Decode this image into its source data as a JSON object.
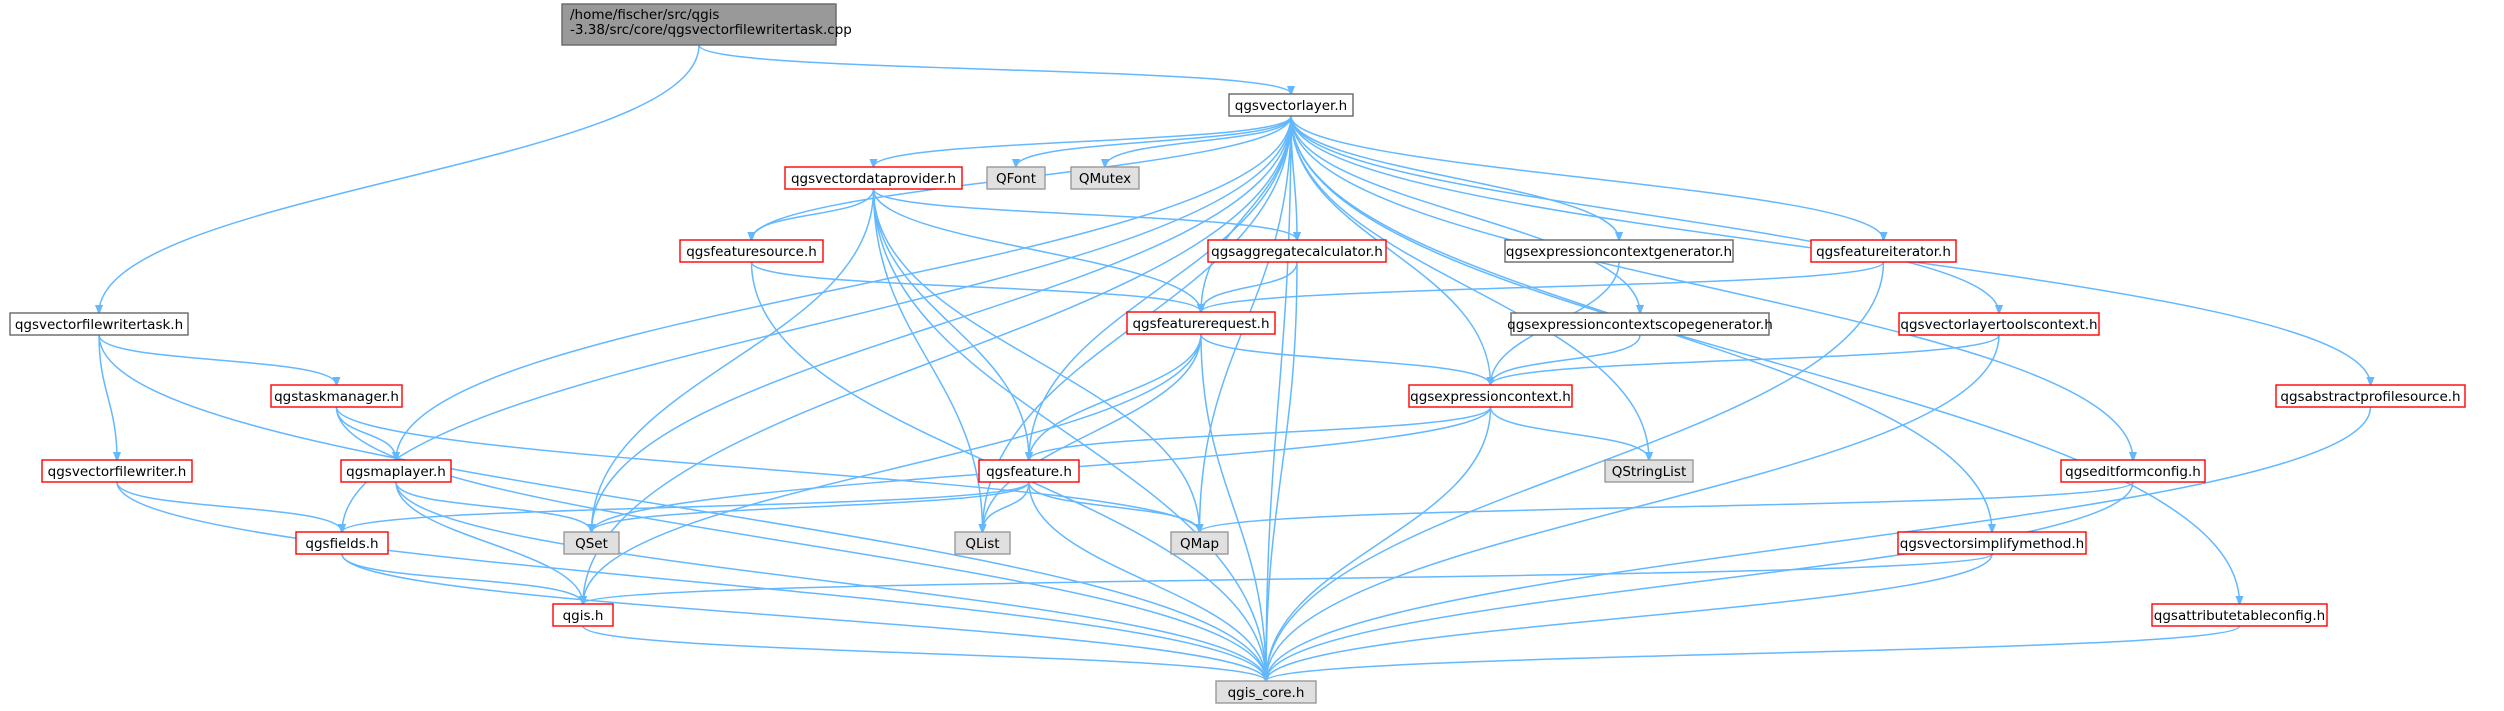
{
  "colors": {
    "edge": "#63b8ff",
    "normal_border": "#666666",
    "normal_fill": "#ffffff",
    "missing_border": "#ff0000",
    "external_fill": "#e0e0e0",
    "external_border": "#999999",
    "root_fill": "#999999",
    "root_border": "#666666"
  },
  "nodes": [
    {
      "id": "root",
      "label_lines": [
        "/home/fischer/src/qgis",
        "-3.38/src/core/qgsvectorfilewritertask.cpp"
      ],
      "style": "root"
    },
    {
      "id": "qgsvectorlayer",
      "label_lines": [
        "qgsvectorlayer.h"
      ],
      "style": "normal"
    },
    {
      "id": "qgsvectorfilewritertask",
      "label_lines": [
        "qgsvectorfilewritertask.h"
      ],
      "style": "normal"
    },
    {
      "id": "qgsvectordataprovider",
      "label_lines": [
        "qgsvectordataprovider.h"
      ],
      "style": "missing"
    },
    {
      "id": "QFont",
      "label_lines": [
        "QFont"
      ],
      "style": "external"
    },
    {
      "id": "QMutex",
      "label_lines": [
        "QMutex"
      ],
      "style": "external"
    },
    {
      "id": "qgsfeaturesource",
      "label_lines": [
        "qgsfeaturesource.h"
      ],
      "style": "missing"
    },
    {
      "id": "qgsaggregatecalculator",
      "label_lines": [
        "qgsaggregatecalculator.h"
      ],
      "style": "missing"
    },
    {
      "id": "qgsexpressioncontextgenerator",
      "label_lines": [
        "qgsexpressioncontextgenerator.h"
      ],
      "style": "normal"
    },
    {
      "id": "qgsfeatureiterator",
      "label_lines": [
        "qgsfeatureiterator.h"
      ],
      "style": "missing"
    },
    {
      "id": "qgsfeaturerequest",
      "label_lines": [
        "qgsfeaturerequest.h"
      ],
      "style": "missing"
    },
    {
      "id": "qgsexpressioncontextscopegenerator",
      "label_lines": [
        "qgsexpressioncontextscopegenerator.h"
      ],
      "style": "normal"
    },
    {
      "id": "qgsvectorlayertoolscontext",
      "label_lines": [
        "qgsvectorlayertoolscontext.h"
      ],
      "style": "missing"
    },
    {
      "id": "qgstaskmanager",
      "label_lines": [
        "qgstaskmanager.h"
      ],
      "style": "missing"
    },
    {
      "id": "qgsexpressioncontext",
      "label_lines": [
        "qgsexpressioncontext.h"
      ],
      "style": "missing"
    },
    {
      "id": "qgsabstractprofilesource",
      "label_lines": [
        "qgsabstractprofilesource.h"
      ],
      "style": "missing"
    },
    {
      "id": "qgsvectorfilewriter",
      "label_lines": [
        "qgsvectorfilewriter.h"
      ],
      "style": "missing"
    },
    {
      "id": "qgsmaplayer",
      "label_lines": [
        "qgsmaplayer.h"
      ],
      "style": "missing"
    },
    {
      "id": "qgsfeature",
      "label_lines": [
        "qgsfeature.h"
      ],
      "style": "missing"
    },
    {
      "id": "QStringList",
      "label_lines": [
        "QStringList"
      ],
      "style": "external"
    },
    {
      "id": "qgseditformconfig",
      "label_lines": [
        "qgseditformconfig.h"
      ],
      "style": "missing"
    },
    {
      "id": "qgsfields",
      "label_lines": [
        "qgsfields.h"
      ],
      "style": "missing"
    },
    {
      "id": "QSet",
      "label_lines": [
        "QSet"
      ],
      "style": "external"
    },
    {
      "id": "QList",
      "label_lines": [
        "QList"
      ],
      "style": "external"
    },
    {
      "id": "QMap",
      "label_lines": [
        "QMap"
      ],
      "style": "external"
    },
    {
      "id": "qgsvectorsimplifymethod",
      "label_lines": [
        "qgsvectorsimplifymethod.h"
      ],
      "style": "missing"
    },
    {
      "id": "qgis",
      "label_lines": [
        "qgis.h"
      ],
      "style": "missing"
    },
    {
      "id": "qgsattributetableconfig",
      "label_lines": [
        "qgsattributetableconfig.h"
      ],
      "style": "missing"
    },
    {
      "id": "qgis_core",
      "label_lines": [
        "qgis_core.h"
      ],
      "style": "external"
    }
  ],
  "edges": [
    [
      "root",
      "qgsvectorlayer"
    ],
    [
      "root",
      "qgsvectorfilewritertask"
    ],
    [
      "qgsvectorlayer",
      "qgsvectordataprovider"
    ],
    [
      "qgsvectorlayer",
      "QFont"
    ],
    [
      "qgsvectorlayer",
      "QMutex"
    ],
    [
      "qgsvectorlayer",
      "qgsfeaturesource"
    ],
    [
      "qgsvectorlayer",
      "qgsaggregatecalculator"
    ],
    [
      "qgsvectorlayer",
      "qgsexpressioncontextgenerator"
    ],
    [
      "qgsvectorlayer",
      "qgsfeatureiterator"
    ],
    [
      "qgsvectorlayer",
      "qgsfeaturerequest"
    ],
    [
      "qgsvectorlayer",
      "qgsexpressioncontextscopegenerator"
    ],
    [
      "qgsvectorlayer",
      "qgsvectorlayertoolscontext"
    ],
    [
      "qgsvectorlayer",
      "qgsexpressioncontext"
    ],
    [
      "qgsvectorlayer",
      "qgsabstractprofilesource"
    ],
    [
      "qgsvectorlayer",
      "qgsmaplayer"
    ],
    [
      "qgsvectorlayer",
      "qgsfeature"
    ],
    [
      "qgsvectorlayer",
      "QStringList"
    ],
    [
      "qgsvectorlayer",
      "qgseditformconfig"
    ],
    [
      "qgsvectorlayer",
      "qgsfields"
    ],
    [
      "qgsvectorlayer",
      "QSet"
    ],
    [
      "qgsvectorlayer",
      "QList"
    ],
    [
      "qgsvectorlayer",
      "QMap"
    ],
    [
      "qgsvectorlayer",
      "qgsvectorsimplifymethod"
    ],
    [
      "qgsvectorlayer",
      "qgis"
    ],
    [
      "qgsvectorlayer",
      "qgsattributetableconfig"
    ],
    [
      "qgsvectorlayer",
      "qgis_core"
    ],
    [
      "qgsvectorfilewritertask",
      "qgstaskmanager"
    ],
    [
      "qgsvectorfilewritertask",
      "qgsvectorfilewriter"
    ],
    [
      "qgsvectorfilewritertask",
      "qgis_core"
    ],
    [
      "qgsvectordataprovider",
      "qgsfeaturesource"
    ],
    [
      "qgsvectordataprovider",
      "qgsaggregatecalculator"
    ],
    [
      "qgsvectordataprovider",
      "qgsfeaturerequest"
    ],
    [
      "qgsvectordataprovider",
      "qgsfeature"
    ],
    [
      "qgsvectordataprovider",
      "QSet"
    ],
    [
      "qgsvectordataprovider",
      "QList"
    ],
    [
      "qgsvectordataprovider",
      "QMap"
    ],
    [
      "qgsvectordataprovider",
      "qgis_core"
    ],
    [
      "qgsfeaturesource",
      "qgsfeaturerequest"
    ],
    [
      "qgsfeaturesource",
      "qgis_core"
    ],
    [
      "qgsaggregatecalculator",
      "qgsfeaturerequest"
    ],
    [
      "qgsaggregatecalculator",
      "qgis_core"
    ],
    [
      "qgsexpressioncontextgenerator",
      "qgsexpressioncontext"
    ],
    [
      "qgsfeatureiterator",
      "qgsfeaturerequest"
    ],
    [
      "qgsfeatureiterator",
      "qgis_core"
    ],
    [
      "qgsfeaturerequest",
      "qgsexpressioncontext"
    ],
    [
      "qgsfeaturerequest",
      "qgsfeature"
    ],
    [
      "qgsfeaturerequest",
      "QList"
    ],
    [
      "qgsfeaturerequest",
      "qgis"
    ],
    [
      "qgsfeaturerequest",
      "qgis_core"
    ],
    [
      "qgsexpressioncontextscopegenerator",
      "qgsexpressioncontext"
    ],
    [
      "qgsvectorlayertoolscontext",
      "qgsexpressioncontext"
    ],
    [
      "qgsvectorlayertoolscontext",
      "qgis_core"
    ],
    [
      "qgstaskmanager",
      "qgsmaplayer"
    ],
    [
      "qgstaskmanager",
      "QMap"
    ],
    [
      "qgstaskmanager",
      "qgis_core"
    ],
    [
      "qgsexpressioncontext",
      "qgsfeature"
    ],
    [
      "qgsexpressioncontext",
      "QStringList"
    ],
    [
      "qgsexpressioncontext",
      "QSet"
    ],
    [
      "qgsexpressioncontext",
      "qgis_core"
    ],
    [
      "qgsabstractprofilesource",
      "qgis_core"
    ],
    [
      "qgsvectorfilewriter",
      "qgsfields"
    ],
    [
      "qgsvectorfilewriter",
      "qgis_core"
    ],
    [
      "qgsmaplayer",
      "QSet"
    ],
    [
      "qgsmaplayer",
      "qgis"
    ],
    [
      "qgsmaplayer",
      "qgis_core"
    ],
    [
      "qgsfeature",
      "qgsfields"
    ],
    [
      "qgsfeature",
      "QSet"
    ],
    [
      "qgsfeature",
      "QList"
    ],
    [
      "qgsfeature",
      "QMap"
    ],
    [
      "qgsfeature",
      "qgis_core"
    ],
    [
      "qgseditformconfig",
      "QMap"
    ],
    [
      "qgseditformconfig",
      "qgis_core"
    ],
    [
      "qgsfields",
      "qgis"
    ],
    [
      "qgsfields",
      "qgis_core"
    ],
    [
      "qgsvectorsimplifymethod",
      "qgis"
    ],
    [
      "qgsvectorsimplifymethod",
      "qgis_core"
    ],
    [
      "qgis",
      "qgis_core"
    ],
    [
      "qgsattributetableconfig",
      "qgis_core"
    ]
  ]
}
